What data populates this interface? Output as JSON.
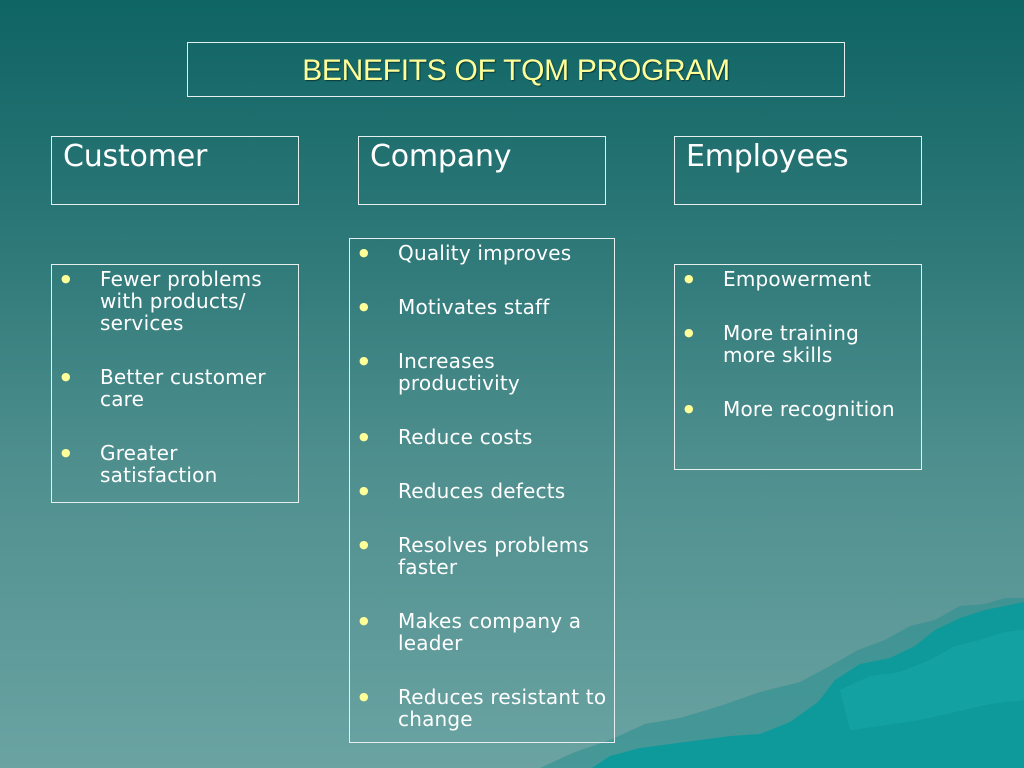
{
  "slide": {
    "title": "BENEFITS OF TQM PROGRAM",
    "colors": {
      "title_text": "#ffff99",
      "bullet": "#ffff99",
      "body_text": "#ffffff",
      "border": "#e6eeee",
      "background_top": "#0f6464",
      "background_bottom": "#6aa3a2",
      "mountain": "#0e9a9a"
    },
    "columns": [
      {
        "heading": "Customer",
        "items": [
          "Fewer problems with products/ services",
          "Better customer care",
          "Greater satisfaction"
        ]
      },
      {
        "heading": "Company",
        "items": [
          "Quality improves",
          "Motivates staff",
          "Increases productivity",
          "Reduce costs",
          "Reduces defects",
          "Resolves problems faster",
          "Makes company a leader",
          "Reduces resistant to change"
        ]
      },
      {
        "heading": "Employees",
        "items": [
          "Empowerment",
          "More training more skills",
          "More recognition"
        ]
      }
    ]
  }
}
